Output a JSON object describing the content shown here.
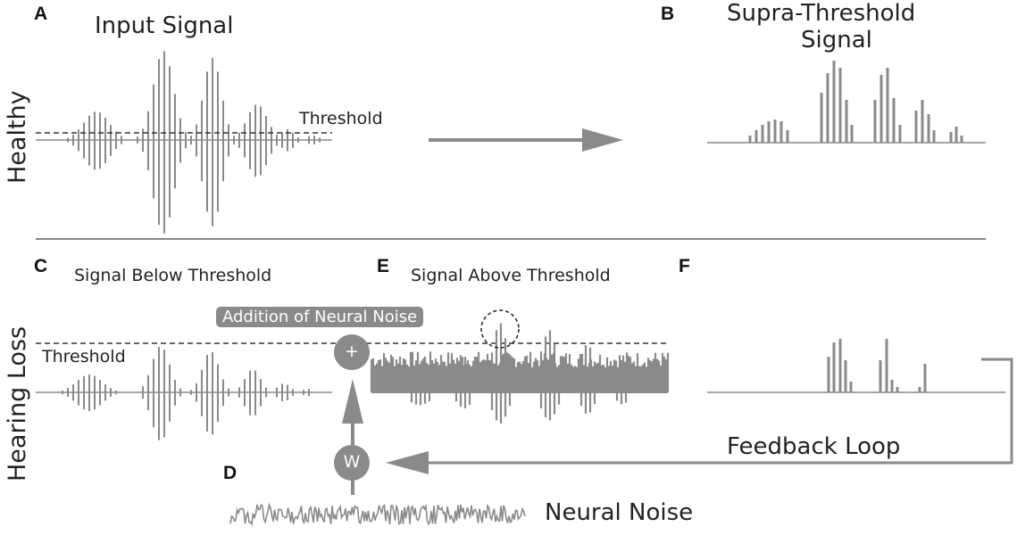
{
  "rows": {
    "healthy": "Healthy",
    "hearing_loss": "Hearing Loss"
  },
  "panels": {
    "a": {
      "letter": "A",
      "title": "Input Signal"
    },
    "b": {
      "letter": "B",
      "title_line1": "Supra-Threshold",
      "title_line2": "Signal"
    },
    "c": {
      "letter": "C",
      "title": "Signal Below Threshold"
    },
    "d": {
      "letter": "D",
      "title": "Neural Noise"
    },
    "e": {
      "letter": "E",
      "title": "Signal Above Threshold"
    },
    "f": {
      "letter": "F"
    }
  },
  "labels": {
    "threshold_top": "Threshold",
    "threshold_bottom": "Threshold",
    "neural_noise_addition": "Addition of Neural Noise",
    "feedback_loop": "Feedback Loop",
    "sum_symbol": "+",
    "weight_symbol": "W"
  },
  "colors": {
    "signal": "#8a8a8a",
    "text": "#222222"
  }
}
